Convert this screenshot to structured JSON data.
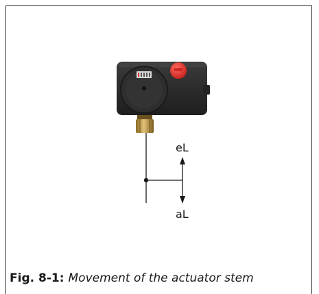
{
  "figure": {
    "label_up": "eL",
    "label_down": "aL"
  },
  "caption": {
    "label": "Fig. 8-1:",
    "text": "Movement of the actuator stem"
  },
  "colors": {
    "housing": "#2a2a2a",
    "cap": "#e5322b",
    "fitting": "#b9953f",
    "line": "#1a1a1a",
    "border": "#2b2b2b"
  }
}
